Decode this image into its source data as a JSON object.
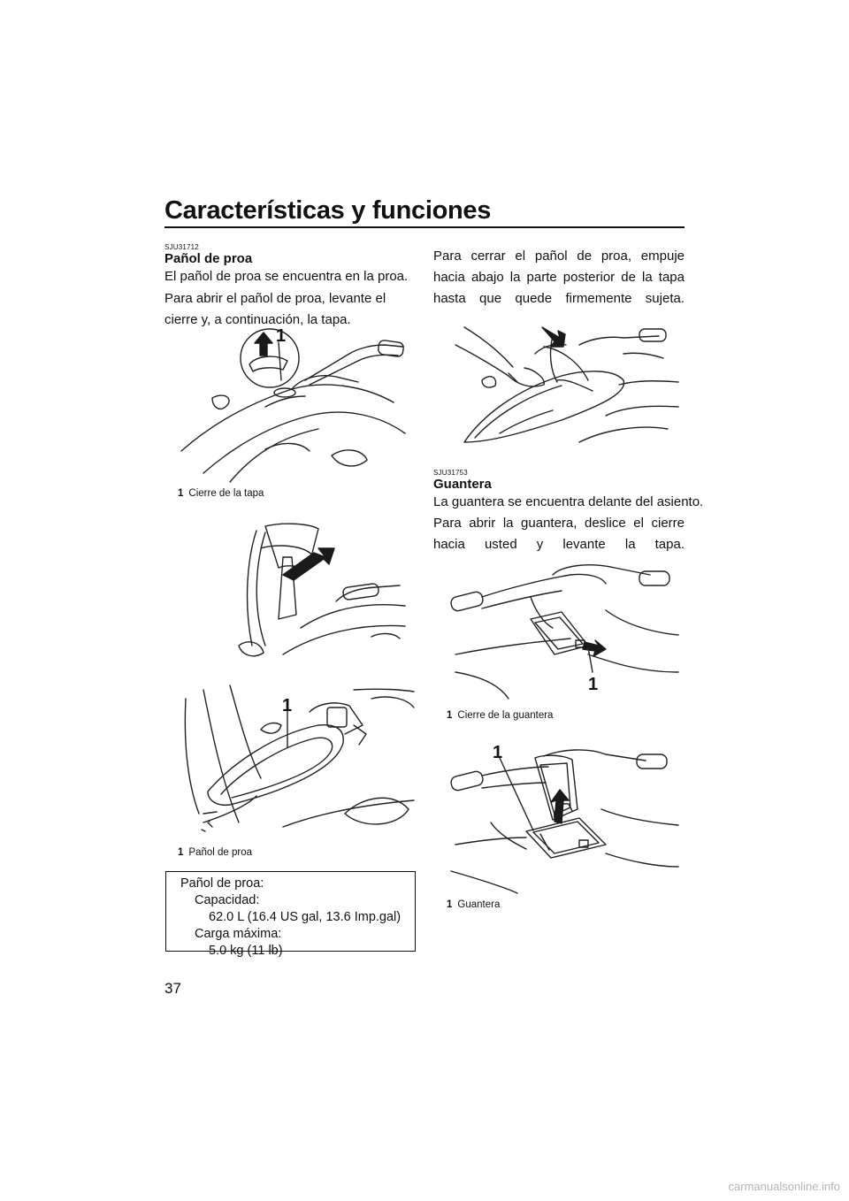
{
  "page": {
    "title": "Características y funciones",
    "page_number": "37"
  },
  "left": {
    "code": "SJU31712",
    "heading": "Pañol de proa",
    "para1": "El pañol de proa se encuentra en la proa.",
    "para2": "Para abrir el pañol de proa, levante el cierre y, a continuación, la tapa.",
    "fig1": {
      "callout": "1",
      "caption_num": "1",
      "caption_text": "Cierre de la tapa"
    },
    "fig3": {
      "callout": "1",
      "caption_num": "1",
      "caption_text": "Pañol de proa"
    },
    "spec_box": {
      "line1": "Pañol de proa:",
      "line2": "Capacidad:",
      "line3": "62.0 L (16.4 US gal, 13.6 Imp.gal)",
      "line4": "Carga máxima:",
      "line5": "5.0 kg (11 lb)"
    }
  },
  "right": {
    "para_close": "Para cerrar el pañol de proa, empuje hacia abajo la parte posterior de la tapa hasta que quede firmemente sujeta.",
    "code": "SJU31753",
    "heading": "Guantera",
    "para1": "La guantera se encuentra delante del asiento.",
    "para2": "Para abrir la guantera, deslice el cierre hacia usted y levante la tapa.",
    "fig5": {
      "callout": "1",
      "caption_num": "1",
      "caption_text": "Cierre de la guantera"
    },
    "fig6": {
      "callout": "1",
      "caption_num": "1",
      "caption_text": "Guantera"
    }
  },
  "footer": {
    "watermark": "carmanualsonline.info"
  },
  "colors": {
    "text": "#111111",
    "watermark": "#b4b4b4"
  }
}
